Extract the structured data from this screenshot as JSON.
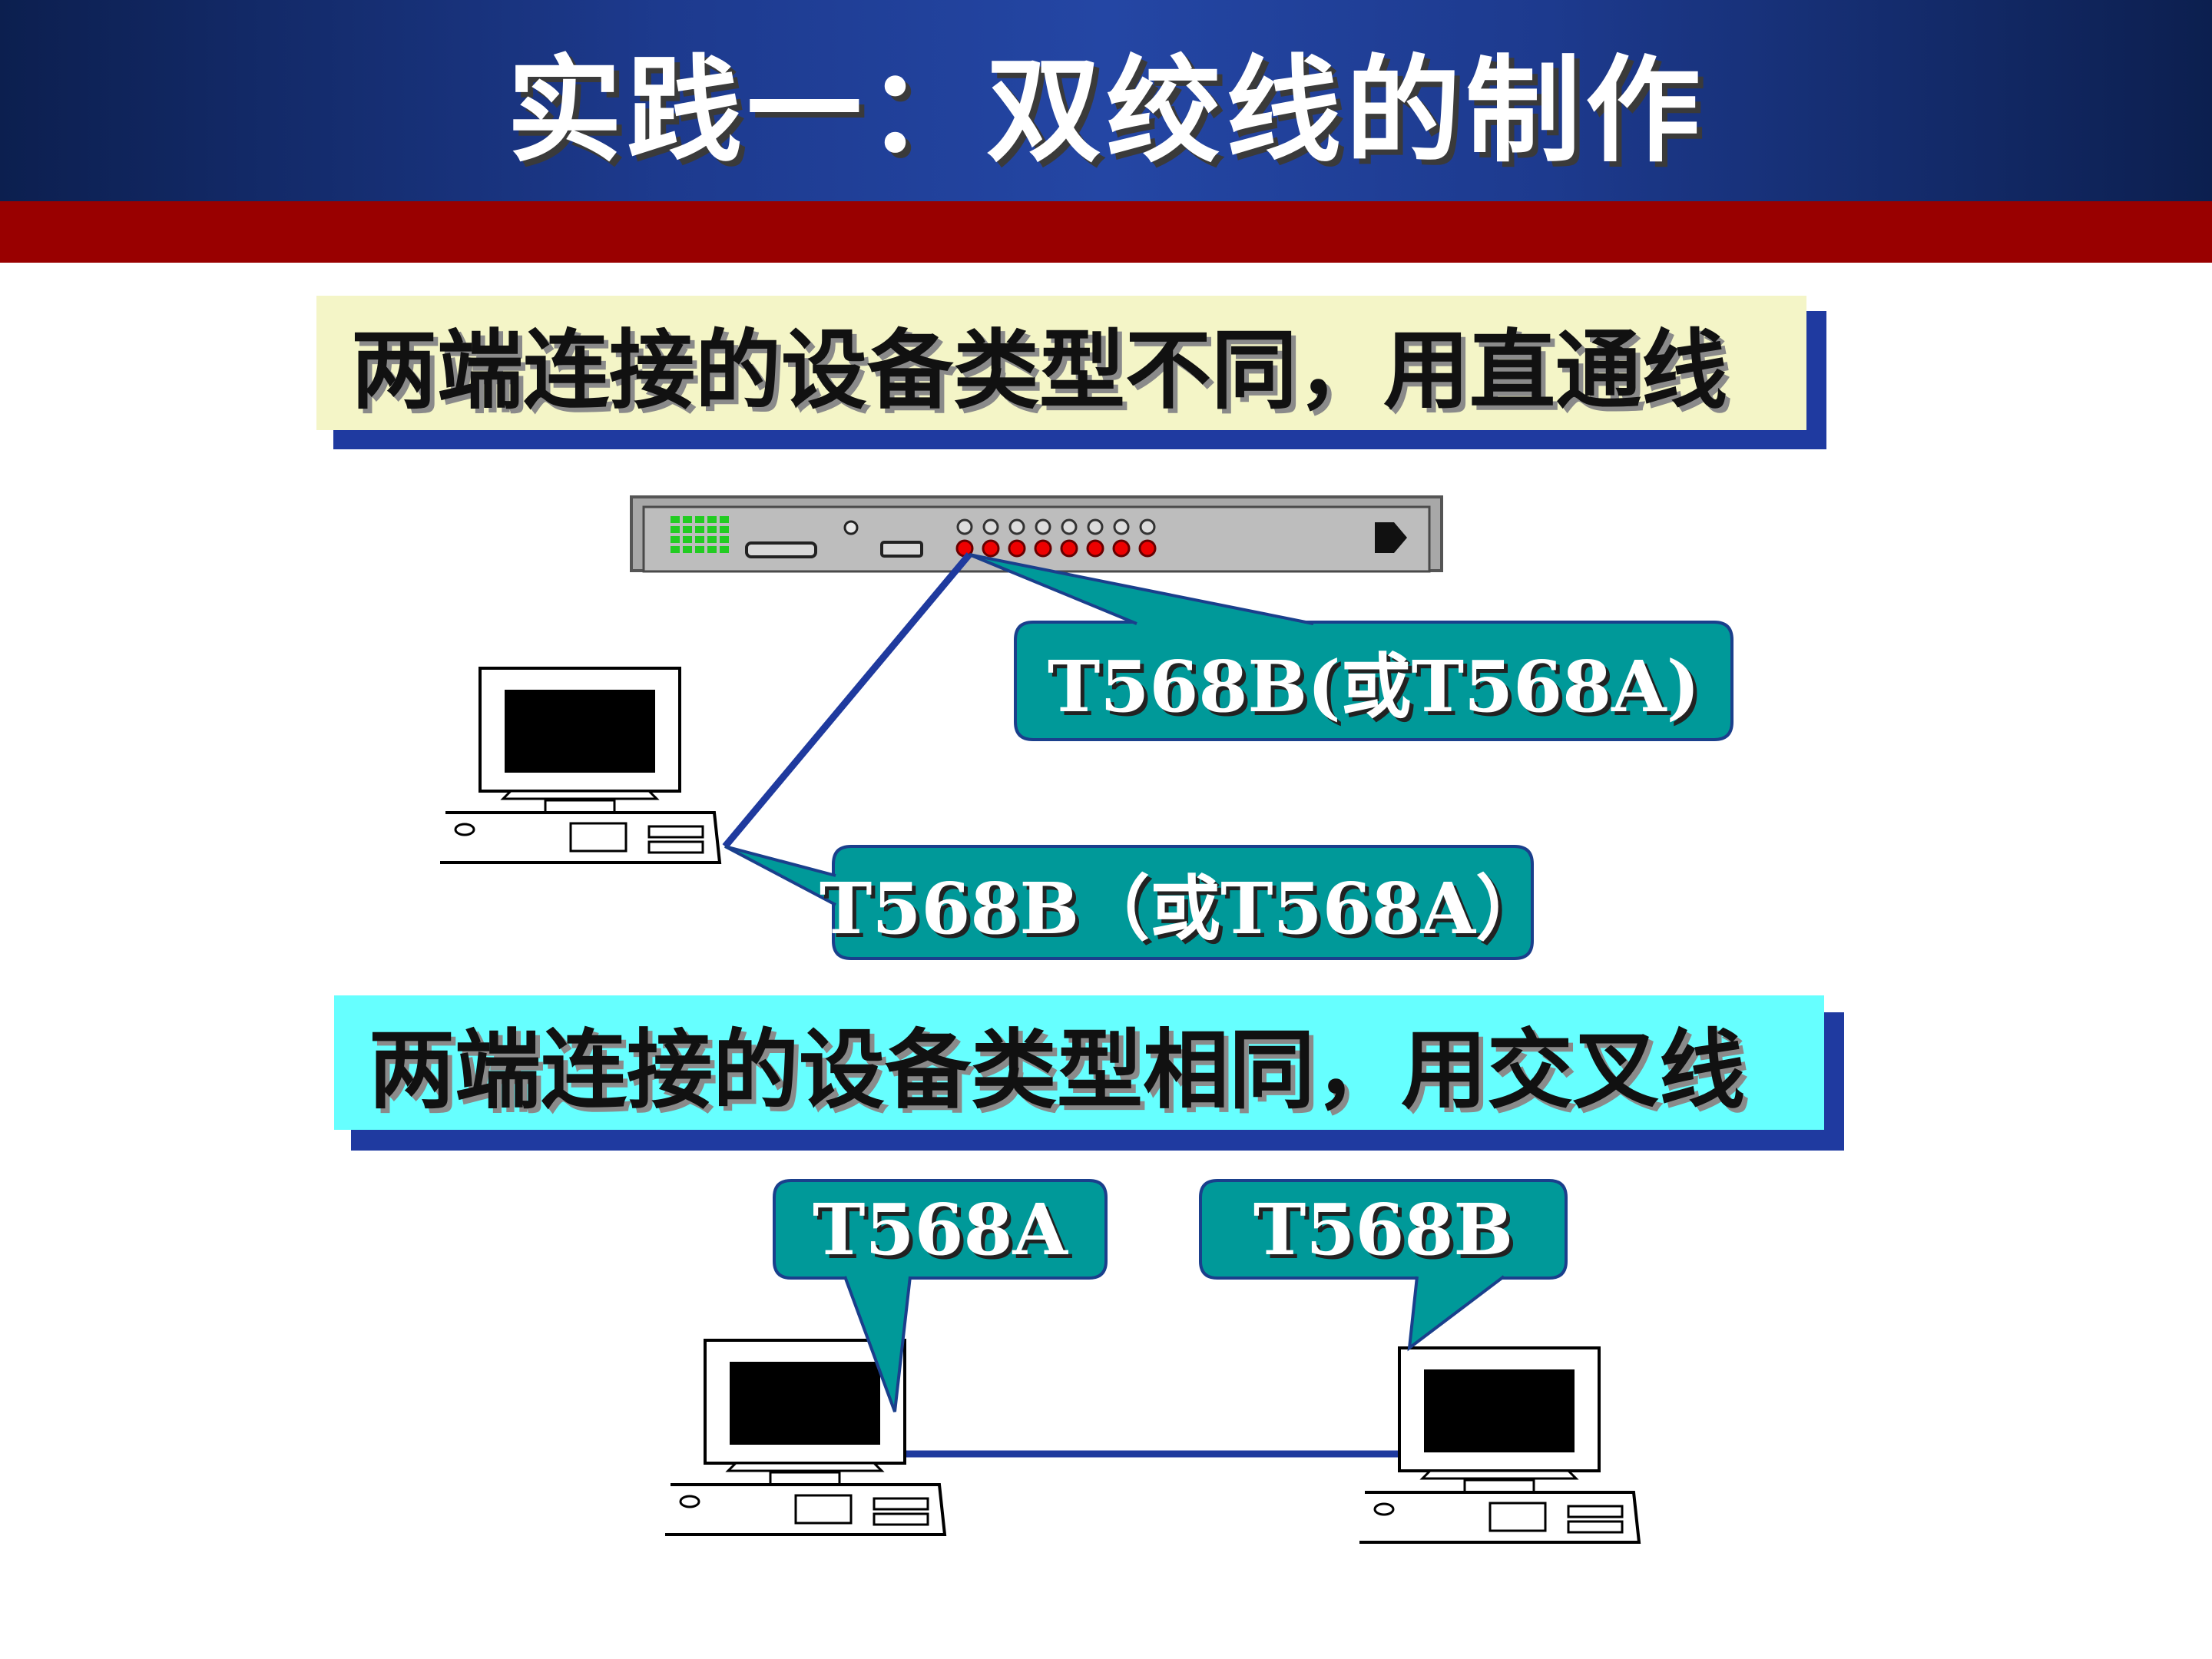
{
  "slide": {
    "title": "实践一：双绞线的制作",
    "colors": {
      "header": "#1d3a8e",
      "band": "#990000",
      "banner_straight": "#f4f5c7",
      "banner_cross": "#66ffff",
      "callout": "#009999",
      "cable": "#1f3a9e"
    }
  },
  "straight_section": {
    "banner": "两端连接的设备类型不同，用直通线",
    "callout_switch_end": "T568B(或T568A)",
    "callout_pc_end": "T568B（或T568A）"
  },
  "cross_section": {
    "banner": "两端连接的设备类型相同，用交叉线",
    "callout_left_pc": "T568A",
    "callout_right_pc": "T568B"
  },
  "icons": {
    "switch": "network-switch-icon",
    "computer": "desktop-computer-icon"
  }
}
